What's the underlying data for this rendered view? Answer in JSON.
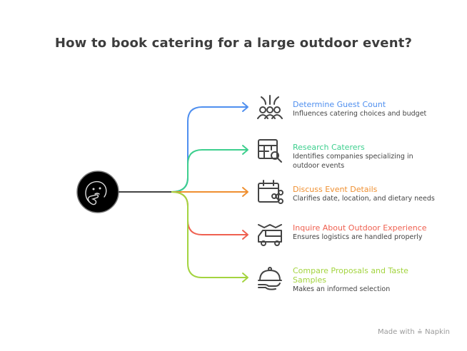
{
  "title": "How to book catering for a large outdoor event?",
  "center_icon": "thinking-face-icon",
  "items": [
    {
      "title": "Determine Guest Count",
      "description": "Influences catering choices and budget",
      "color": "#4f8fef",
      "icon": "guest-crowd-icon"
    },
    {
      "title": "Research Caterers",
      "description": "Identifies companies specializing in outdoor events",
      "color": "#3dcf8e",
      "icon": "table-search-icon"
    },
    {
      "title": "Discuss Event Details",
      "description": "Clarifies date, location, and dietary needs",
      "color": "#ef8f30",
      "icon": "calendar-share-icon"
    },
    {
      "title": "Inquire About Outdoor Experience",
      "description": "Ensures logistics are handled properly",
      "color": "#ef6050",
      "icon": "food-truck-icon"
    },
    {
      "title": "Compare Proposals and Taste Samples",
      "description": "Makes an informed selection",
      "color": "#a3d43f",
      "icon": "cloche-serving-icon"
    }
  ],
  "footer": {
    "label": "Made with",
    "brand": "Napkin",
    "icon": "napkin-logo-icon"
  }
}
